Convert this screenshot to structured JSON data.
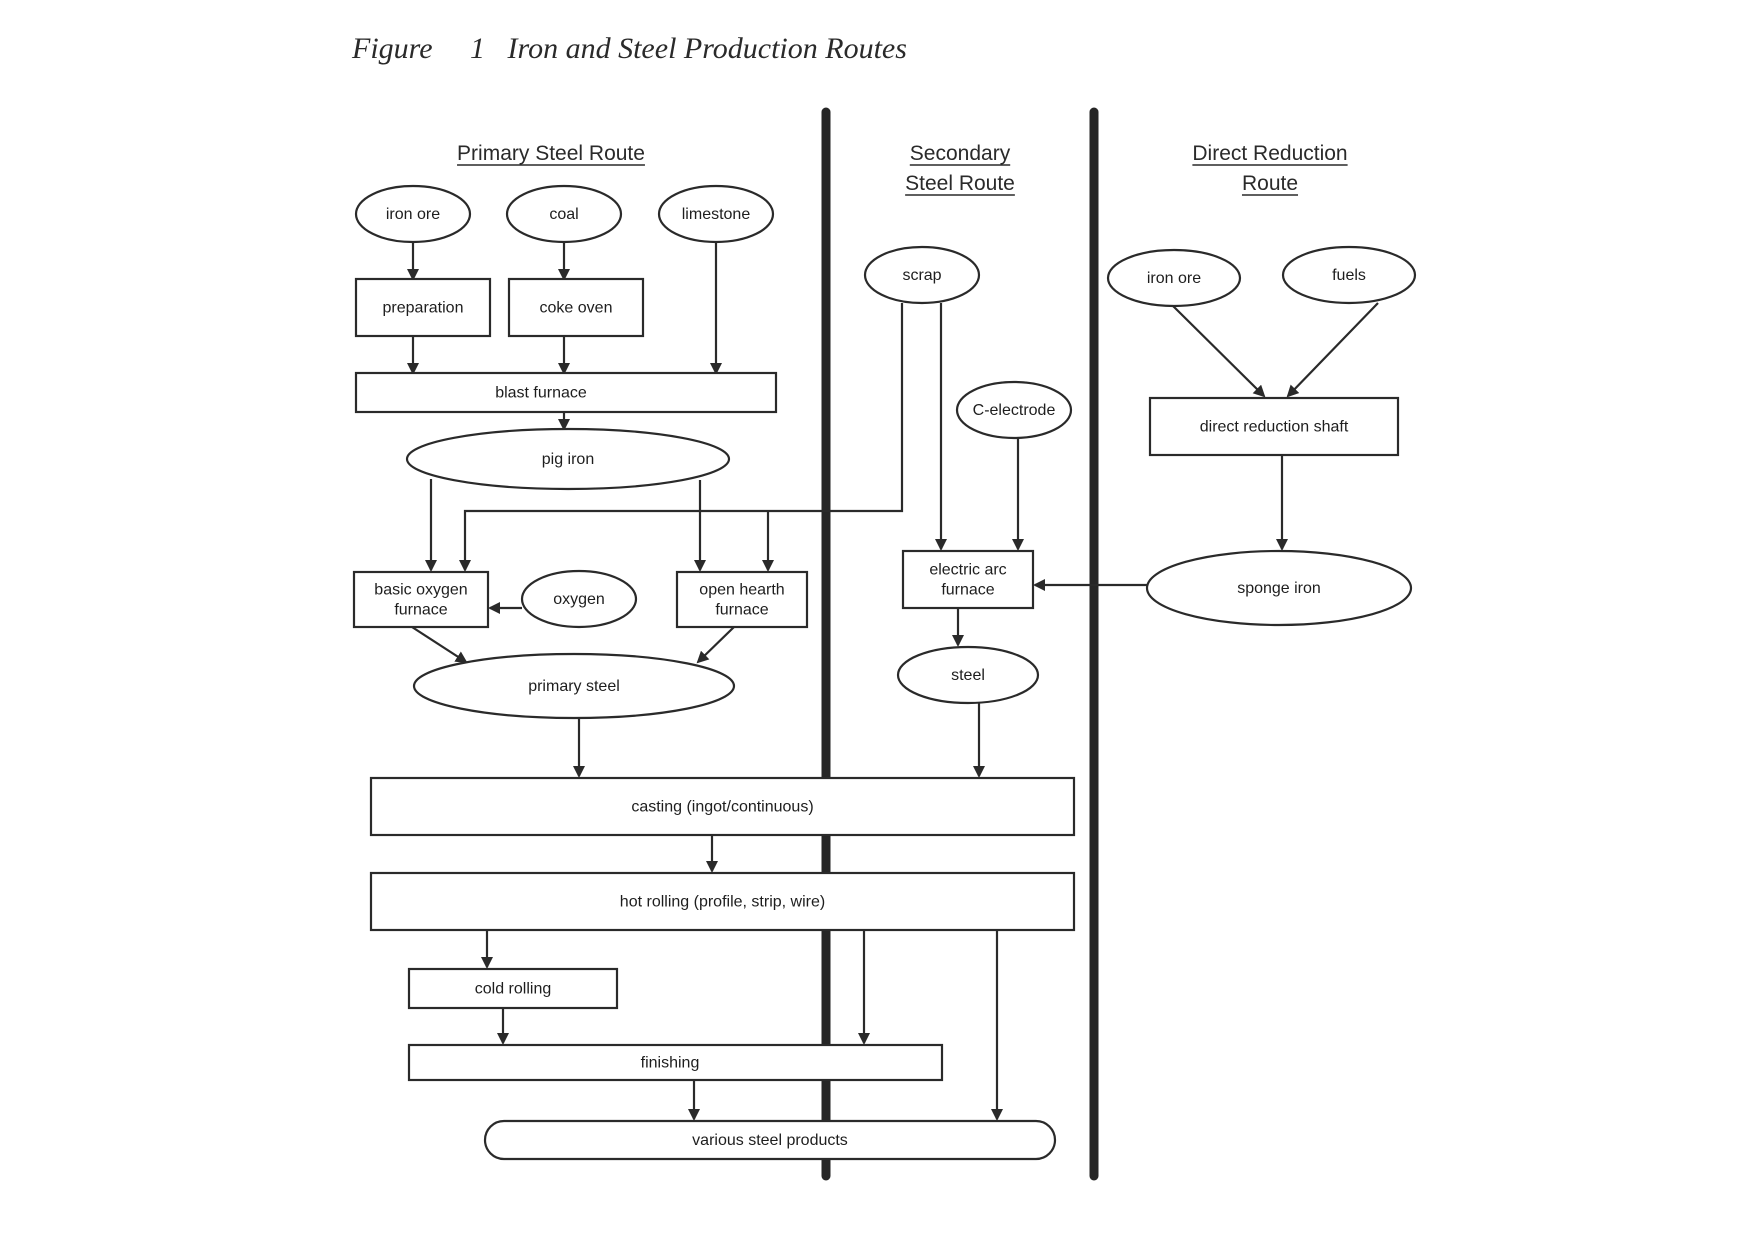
{
  "figure": {
    "label": "Figure",
    "number": "1",
    "title": "Iron and Steel Production Routes"
  },
  "routes": {
    "primary": [
      "Primary Steel Route"
    ],
    "secondary": [
      "Secondary",
      "Steel Route"
    ],
    "direct": [
      "Direct Reduction",
      "Route"
    ]
  },
  "nodes": {
    "iron_ore_primary": [
      "iron ore"
    ],
    "coal": [
      "coal"
    ],
    "limestone": [
      "limestone"
    ],
    "preparation": [
      "preparation"
    ],
    "coke_oven": [
      "coke oven"
    ],
    "blast_furnace": [
      "blast furnace"
    ],
    "pig_iron": [
      "pig iron"
    ],
    "basic_oxygen_furnace": [
      "basic oxygen",
      "furnace"
    ],
    "oxygen": [
      "oxygen"
    ],
    "open_hearth_furnace": [
      "open hearth",
      "furnace"
    ],
    "primary_steel": [
      "primary steel"
    ],
    "scrap": [
      "scrap"
    ],
    "c_electrode": [
      "C-electrode"
    ],
    "electric_arc_furnace": [
      "electric arc",
      "furnace"
    ],
    "steel": [
      "steel"
    ],
    "iron_ore_direct": [
      "iron ore"
    ],
    "fuels": [
      "fuels"
    ],
    "direct_reduction_shaft": [
      "direct reduction shaft"
    ],
    "sponge_iron": [
      "sponge iron"
    ],
    "casting": [
      "casting (ingot/continuous)"
    ],
    "hot_rolling": [
      "hot rolling (profile, strip, wire)"
    ],
    "cold_rolling": [
      "cold rolling"
    ],
    "finishing": [
      "finishing"
    ],
    "various_steel_products": [
      "various steel products"
    ]
  },
  "edges": [
    [
      "iron_ore_primary",
      "preparation"
    ],
    [
      "coal",
      "coke_oven"
    ],
    [
      "limestone",
      "blast_furnace"
    ],
    [
      "preparation",
      "blast_furnace"
    ],
    [
      "coke_oven",
      "blast_furnace"
    ],
    [
      "blast_furnace",
      "pig_iron"
    ],
    [
      "pig_iron",
      "basic_oxygen_furnace"
    ],
    [
      "pig_iron",
      "open_hearth_furnace"
    ],
    [
      "scrap",
      "basic_oxygen_furnace"
    ],
    [
      "scrap",
      "open_hearth_furnace"
    ],
    [
      "scrap",
      "electric_arc_furnace"
    ],
    [
      "oxygen",
      "basic_oxygen_furnace"
    ],
    [
      "c_electrode",
      "electric_arc_furnace"
    ],
    [
      "iron_ore_direct",
      "direct_reduction_shaft"
    ],
    [
      "fuels",
      "direct_reduction_shaft"
    ],
    [
      "direct_reduction_shaft",
      "sponge_iron"
    ],
    [
      "sponge_iron",
      "electric_arc_furnace"
    ],
    [
      "basic_oxygen_furnace",
      "primary_steel"
    ],
    [
      "open_hearth_furnace",
      "primary_steel"
    ],
    [
      "electric_arc_furnace",
      "steel"
    ],
    [
      "primary_steel",
      "casting"
    ],
    [
      "steel",
      "casting"
    ],
    [
      "casting",
      "hot_rolling"
    ],
    [
      "hot_rolling",
      "cold_rolling"
    ],
    [
      "hot_rolling",
      "finishing"
    ],
    [
      "hot_rolling",
      "various_steel_products"
    ],
    [
      "cold_rolling",
      "finishing"
    ],
    [
      "finishing",
      "various_steel_products"
    ]
  ]
}
